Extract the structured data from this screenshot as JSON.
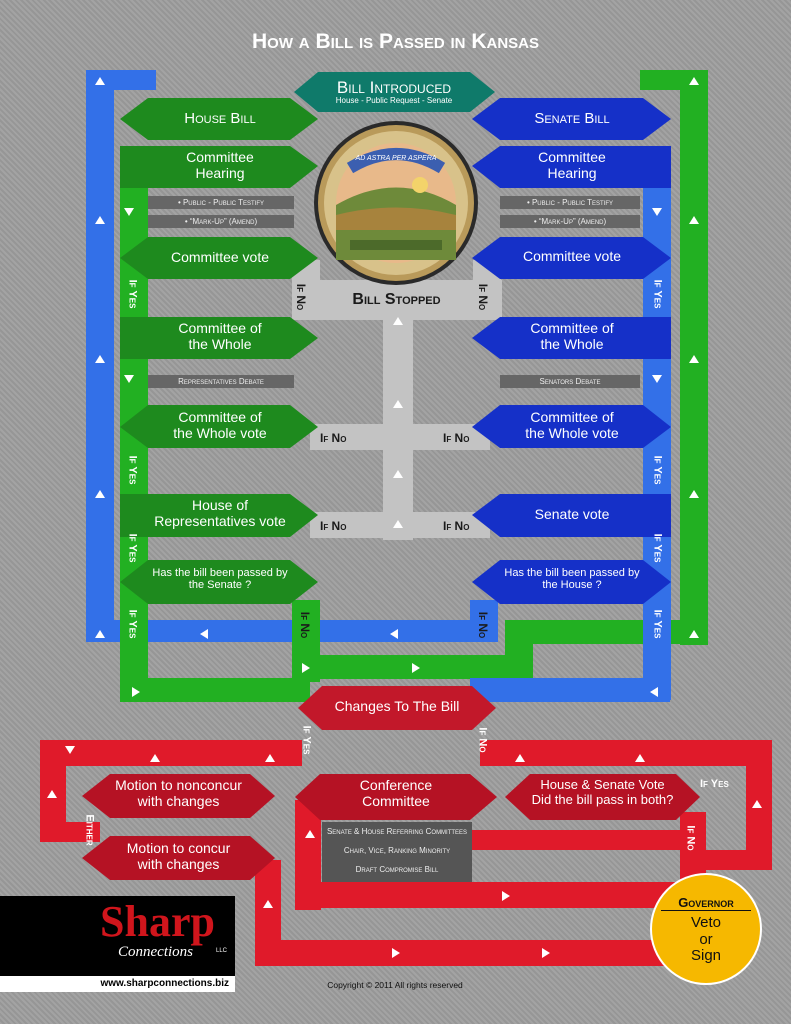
{
  "title": "How a Bill is Passed in Kansas",
  "top": {
    "title": "Bill Introduced",
    "subtitle": "House - Public Request - Senate"
  },
  "house": {
    "bill": "House Bill",
    "hearing": "Committee\nHearing",
    "hearing_items": [
      "• Public - Public Testify",
      "• “Mark-Up” (Amend)"
    ],
    "committee_vote": "Committee vote",
    "cow": "Committee of\nthe Whole",
    "cow_note": "Representatives Debate",
    "cow_vote": "Committee of\nthe Whole vote",
    "chamber_vote": "House of\nRepresentatives vote",
    "passed_other": "Has the bill been passed by\nthe Senate ?"
  },
  "senate": {
    "bill": "Senate Bill",
    "hearing": "Committee\nHearing",
    "hearing_items": [
      "• Public - Public Testify",
      "• “Mark-Up” (Amend)"
    ],
    "committee_vote": "Committee vote",
    "cow": "Committee of\nthe Whole",
    "cow_note": "Senators Debate",
    "cow_vote": "Committee of\nthe Whole vote",
    "chamber_vote": "Senate vote",
    "passed_other": "Has the bill been passed by\nthe House ?"
  },
  "seal": {
    "motto": "AD ASTRA PER ASPERA"
  },
  "stopped": "Bill Stopped",
  "labels": {
    "if_yes": "If Yes",
    "if_no": "If No",
    "either": "Either"
  },
  "changes": "Changes To The Bill",
  "nonconcur": "Motion to nonconcur\nwith changes",
  "concur": "Motion to concur\nwith changes",
  "conference": "Conference\nCommittee",
  "conference_items": [
    "Senate & House Referring Committees",
    "Chair, Vice, Ranking Minority",
    "Draft Compromise Bill"
  ],
  "final_vote": "House & Senate Vote\nDid the bill pass in both?",
  "governor": {
    "title": "Governor",
    "text": "Veto\nor\nSign"
  },
  "brand": {
    "name": "Sharp",
    "sub": "Connections",
    "llc": "LLC",
    "url": "www.sharpconnections.biz"
  },
  "copyright": "Copyright © 2011 All rights reserved",
  "colors": {
    "house": "#1e8a1e",
    "senate": "#1530c8",
    "blue_path": "#3370e8",
    "green_path": "#22b022",
    "red": "#e01a2a",
    "dark_red": "#b51224",
    "gray": "#c0c0c0",
    "teal": "#0f7a6a",
    "gold": "#f6b800"
  }
}
